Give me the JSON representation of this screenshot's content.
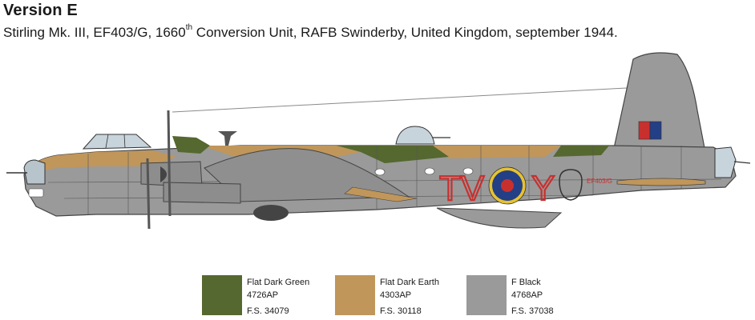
{
  "header": {
    "title": "Version E",
    "subtitle_a": "Stirling Mk. III, EF403/G, 1660",
    "subtitle_sup": "th",
    "subtitle_b": " Conversion Unit, RAFB Swinderby, United Kingdom, september 1944."
  },
  "markings": {
    "code_left": "TV",
    "code_right": "Y",
    "serial": "EF403/G"
  },
  "colors": {
    "dark_green": "#55682f",
    "dark_earth": "#c0965a",
    "black": "#9a9a9a",
    "roundel_red": "#c8302e",
    "roundel_blue": "#233f86",
    "roundel_yellow": "#e6c231"
  },
  "paints": [
    {
      "name": "Flat Dark Green",
      "code": "4726AP",
      "fs": "F.S. 34079",
      "color": "#55682f"
    },
    {
      "name": "Flat Dark Earth",
      "code": "4303AP",
      "fs": "F.S. 30118",
      "color": "#c0965a"
    },
    {
      "name": "F Black",
      "code": "4768AP",
      "fs": "F.S. 37038",
      "color": "#9a9a9a"
    }
  ]
}
